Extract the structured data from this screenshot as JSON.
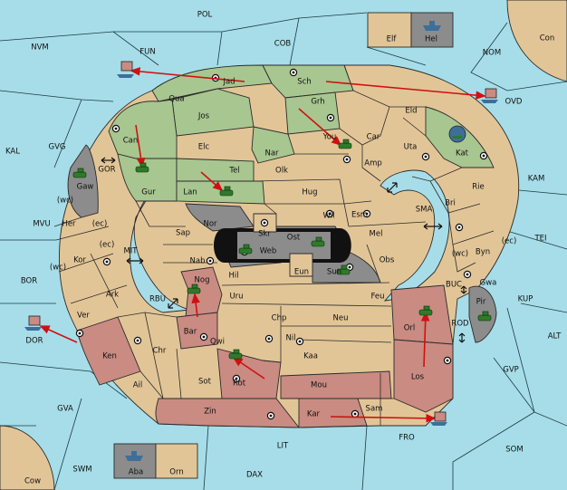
{
  "colors": {
    "sea": "#a6dde8",
    "neutral_land": "#e2c597",
    "green_power": "#a8c690",
    "red_power": "#c98b82",
    "grey_power": "#8c8c8c",
    "order_arrow": "#d01010",
    "army_green": "#2f7a2a",
    "fleet_blue": "#3e6f9a"
  },
  "sea_labels": {
    "POL": "POL",
    "NVM": "NVM",
    "FUN": "FUN",
    "COB": "COB",
    "NOM": "NOM",
    "OVD": "OVD",
    "KAL": "KAL",
    "GVG": "GVG",
    "GOR": "GOR",
    "KAM": "KAM",
    "SMA": "SMA",
    "TEI": "TEI",
    "MVU": "MVU",
    "MIT": "MIT",
    "BOR": "BOR",
    "RBU": "RBU",
    "BUC": "BUC",
    "KUP": "KUP",
    "DOR": "DOR",
    "ROD": "ROD",
    "ALT": "ALT",
    "GVP": "GVP",
    "GVA": "GVA",
    "FRO": "FRO",
    "SOM": "SOM",
    "SWM": "SWM",
    "LIT": "LIT",
    "DAX": "DAX",
    "Cow": "Cow",
    "Con": "Con"
  },
  "land_labels": {
    "Elf": "Elf",
    "Hel": "Hel",
    "Jad": "Jad",
    "Sch": "Sch",
    "Qua": "Qua",
    "Jos": "Jos",
    "Grh": "Grh",
    "Eld": "Eld",
    "Can": "Can",
    "Elc": "Elc",
    "Nar": "Nar",
    "You": "You",
    "Car": "Car",
    "Uta": "Uta",
    "Kat": "Kat",
    "Gur": "Gur",
    "Tel": "Tel",
    "Olk": "Olk",
    "Amp": "Amp",
    "Gaw": "Gaw",
    "Lan": "Lan",
    "Hug": "Hug",
    "Rie": "Rie",
    "Wil": "Wil",
    "Esm": "Esm",
    "Bri": "Bri",
    "Her": "Her",
    "Nor": "Nor",
    "Skr": "Skr",
    "Sap": "Sap",
    "Ost": "Ost",
    "Web": "Web",
    "Mel": "Mel",
    "Kor": "Kor",
    "Nab": "Nab",
    "Byn": "Byn",
    "Eun": "Eun",
    "Obs": "Obs",
    "Hil": "Hil",
    "Sun": "Sun",
    "Gwa": "Gwa",
    "Ark": "Ark",
    "Nog": "Nog",
    "Uru": "Uru",
    "Feu": "Feu",
    "Pir": "Pir",
    "Ver": "Ver",
    "Chp": "Chp",
    "Neu": "Neu",
    "Bar": "Bar",
    "Orl": "Orl",
    "Nil": "Nil",
    "Qwi": "Qwi",
    "Ken": "Ken",
    "Chr": "Chr",
    "Kaa": "Kaa",
    "Sot": "Sot",
    "Ail": "Ail",
    "Rot": "Rot",
    "Mou": "Mou",
    "Los": "Los",
    "Sam": "Sam",
    "Zin": "Zin",
    "Kar": "Kar",
    "Aba": "Aba",
    "Orn": "Orn"
  },
  "coast_marks": {
    "wc_her": "(wc)",
    "ec_her": "(ec)",
    "ec_kor": "(ec)",
    "wc_kor": "(wc)",
    "wc_byn": "(wc)",
    "ec_byn": "(ec)"
  }
}
